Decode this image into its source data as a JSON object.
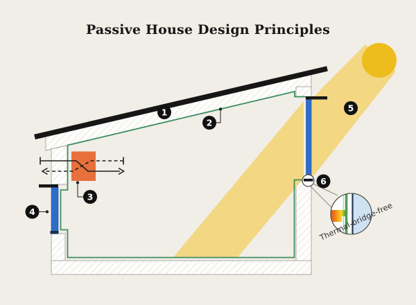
{
  "title": "Passive House Design Principles",
  "badges": [
    {
      "number": "1"
    },
    {
      "number": "2"
    },
    {
      "number": "3"
    },
    {
      "number": "4"
    },
    {
      "number": "5"
    },
    {
      "number": "6"
    }
  ],
  "detail": {
    "label": "Thermal-bridge-free"
  },
  "colors": {
    "background": "#f1eee7",
    "roof_black": "#161616",
    "envelope_green": "#3e8e62",
    "window_blue": "#2e6cc8",
    "ventilation_orange": "#e7703c",
    "sun_yellow": "#edbd1e",
    "sunbeam_yellow": "#f3d783",
    "glass_light_blue": "#cfe2f1",
    "badge_black": "#111111"
  }
}
